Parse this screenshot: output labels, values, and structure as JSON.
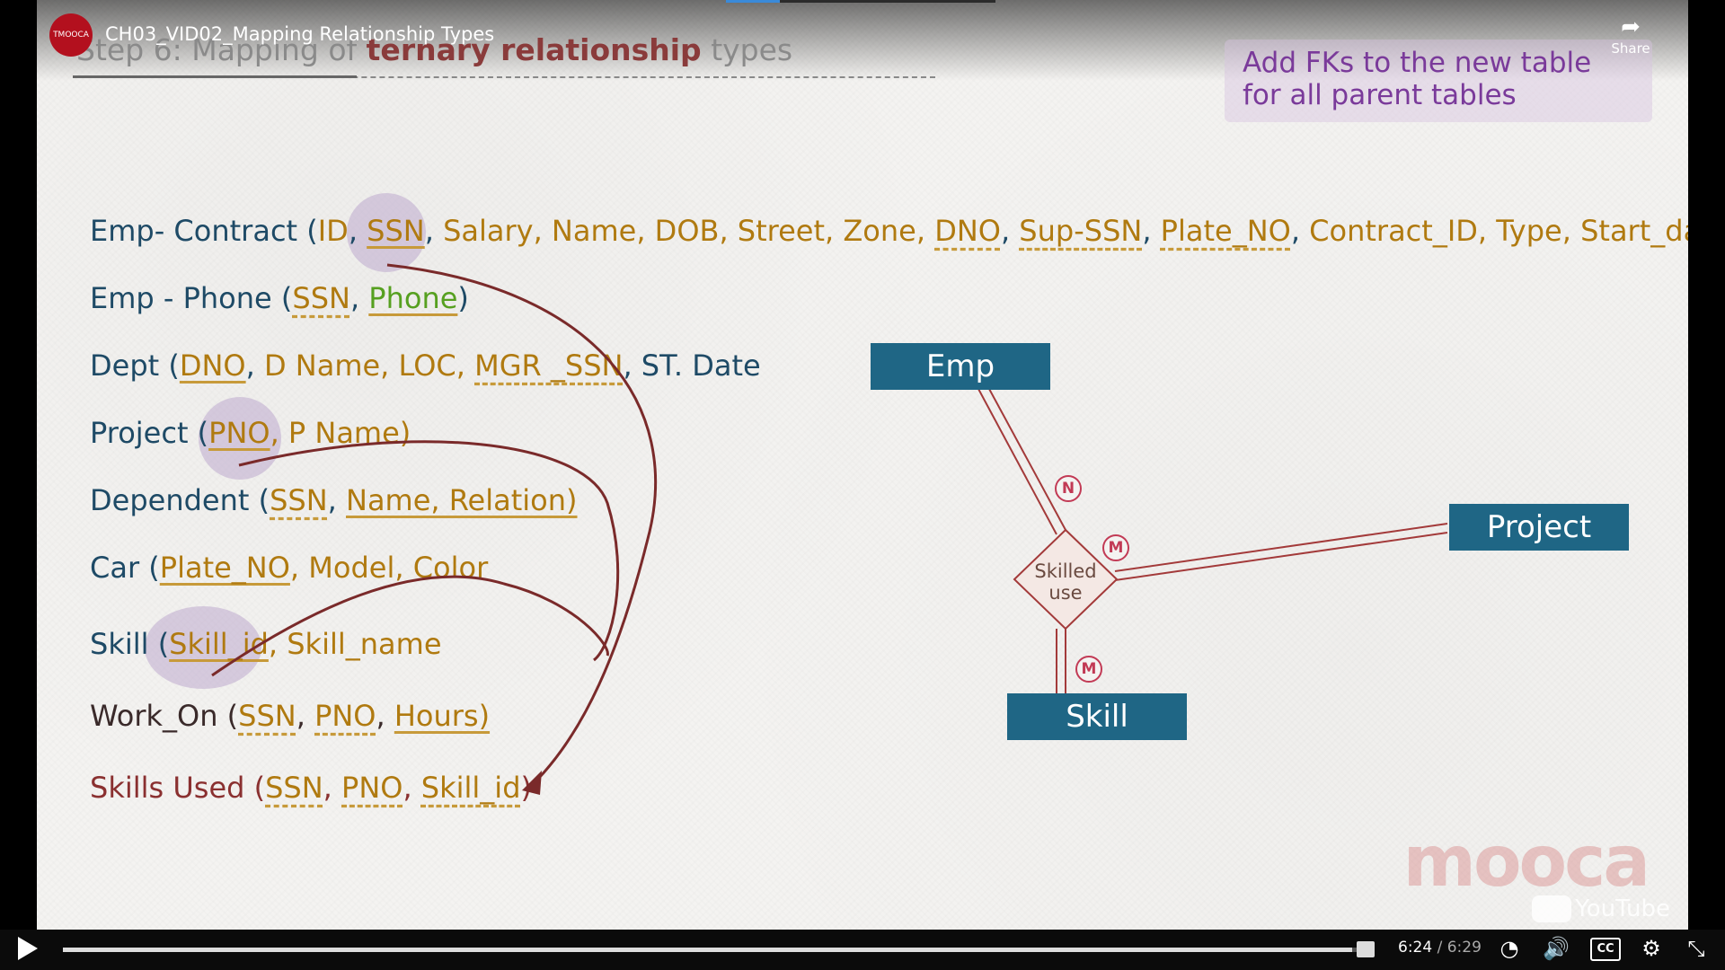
{
  "player": {
    "video_title": "CH03_VID02_Mapping Relationship Types",
    "channel_logo_text": "TMOOCA",
    "share_label": "Share",
    "current_time": "6:24",
    "duration": "/ 6:29",
    "progress": 0.983,
    "watermark": "YouTube"
  },
  "slide": {
    "heading_prefix": "Step 6: Mapping of",
    "heading_highlight": "ternary relationship",
    "heading_suffix": "types",
    "note": "Add FKs to the new table for all parent tables",
    "logo_watermark": "mooca",
    "schema": {
      "emp_contract": {
        "name": "Emp- Contract (",
        "id": "ID",
        "ssn": "SSN",
        "rest1": "Salary, Name, DOB, Street, Zone, ",
        "dno": "DNO",
        "sup": "Sup-SSN",
        "plate": "Plate_NO",
        "rest2": "Contract_ID, Type, Start_date"
      },
      "emp_phone": {
        "name": "Emp  - Phone (",
        "ssn": "SSN",
        "phone": "Phone",
        "close": ")"
      },
      "dept": {
        "name": "Dept (",
        "dno": "DNO",
        "rest1": "D Name, LOC, ",
        "mgr": "MGR _SSN",
        "rest2": ", ST. Date"
      },
      "project": {
        "name": "Project (",
        "pno": "PNO",
        "rest": ", P Name)"
      },
      "dependent": {
        "name": "Dependent (",
        "ssn": "SSN",
        "rest": "Name, Relation)"
      },
      "car": {
        "name": "Car (",
        "plate": "Plate_NO",
        "rest": ", Model, Color"
      },
      "skill": {
        "name": "Skill (",
        "id": "Skill_id",
        "rest": ", Skill_name"
      },
      "work_on": {
        "name": "Work_On (",
        "ssn": "SSN",
        "pno": "PNO",
        "rest": "Hours)"
      },
      "skills_used": {
        "name": "Skills Used (",
        "ssn": "SSN",
        "pno": "PNO",
        "id": "Skill_id",
        "close": ")"
      }
    },
    "er": {
      "emp": "Emp",
      "project": "Project",
      "skill": "Skill",
      "relationship": "Skilled use",
      "card_emp": "N",
      "card_project": "M",
      "card_skill": "M"
    }
  },
  "colors": {
    "entity": "#1f6685",
    "card": "#c23a55",
    "arrow": "#7a2a2a",
    "attr": "#b07a10"
  }
}
